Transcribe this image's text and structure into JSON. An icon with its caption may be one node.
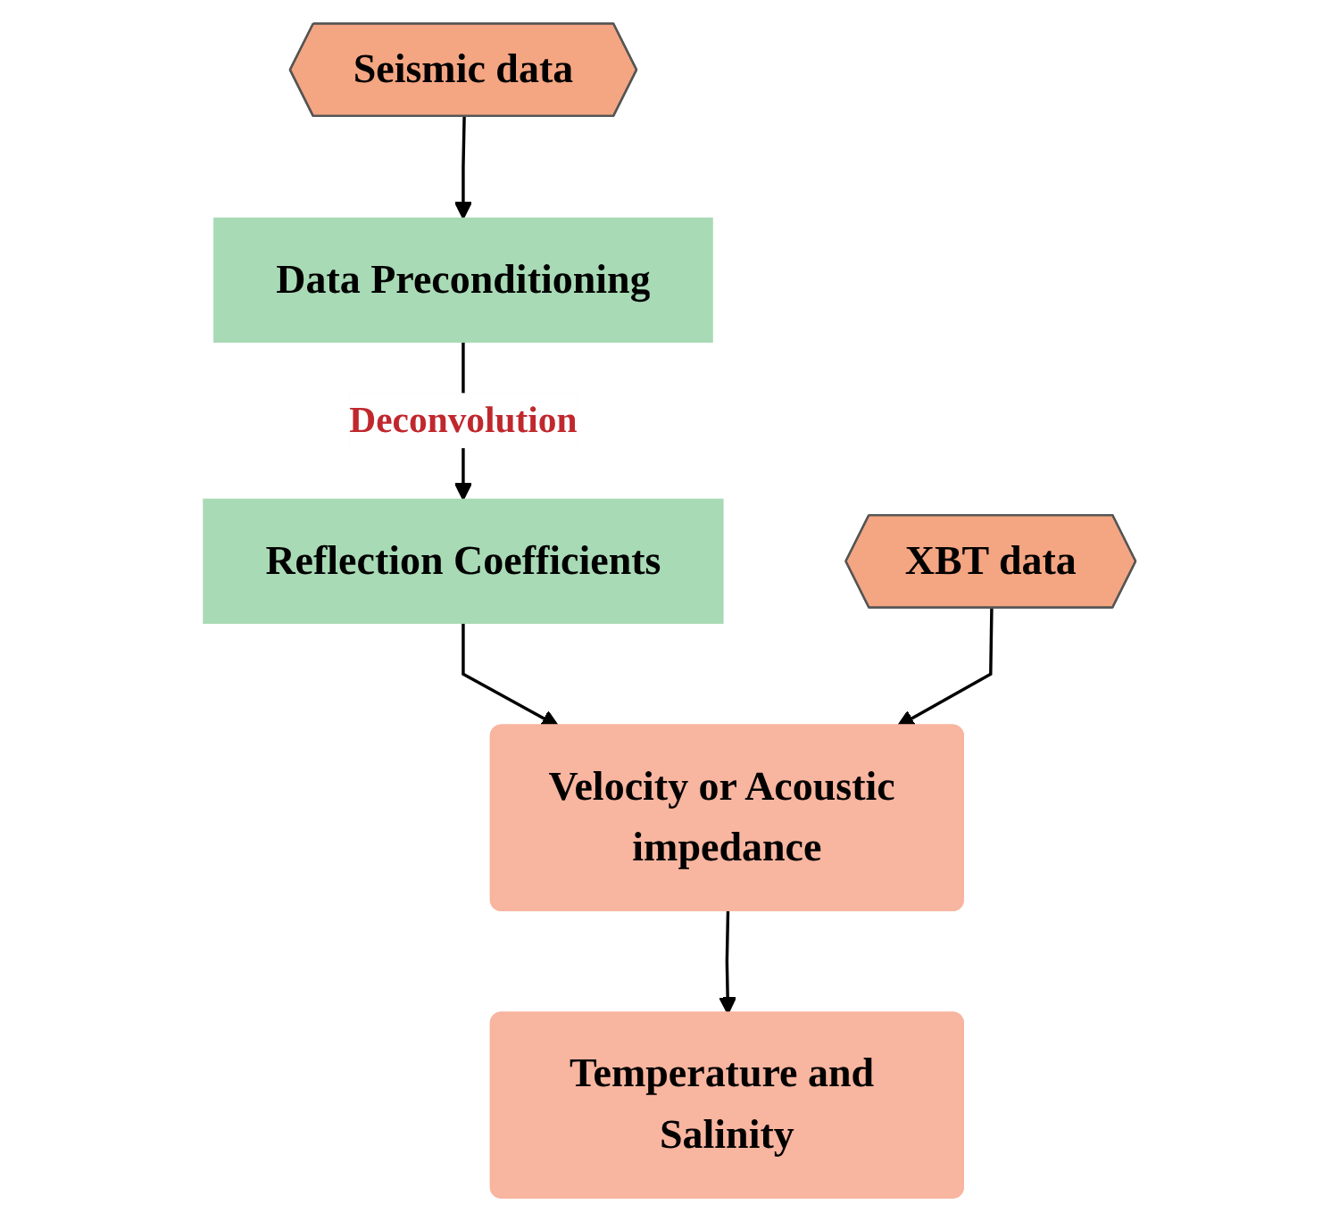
{
  "diagram": {
    "nodes": [
      {
        "text": [
          "Seismic data"
        ]
      },
      {
        "text": [
          "Data Preconditioning"
        ]
      },
      {
        "text": [
          "Reflection Coefficients"
        ]
      },
      {
        "text": [
          "XBT data"
        ]
      },
      {
        "text": [
          "Velocity or Acoustic impedance"
        ]
      },
      {
        "text": [
          "Temperature and Salinity"
        ]
      }
    ],
    "edges": [
      {
        "from": 0,
        "to": 1,
        "arrow": "to"
      },
      {
        "from": 1,
        "to": 2,
        "arrow": "to",
        "label": "Deconvolution"
      },
      {
        "from": 2,
        "to": 4,
        "arrow": "to"
      },
      {
        "from": 3,
        "to": 4,
        "arrow": "to"
      },
      {
        "from": 4,
        "to": 5,
        "arrow": "to"
      }
    ]
  }
}
